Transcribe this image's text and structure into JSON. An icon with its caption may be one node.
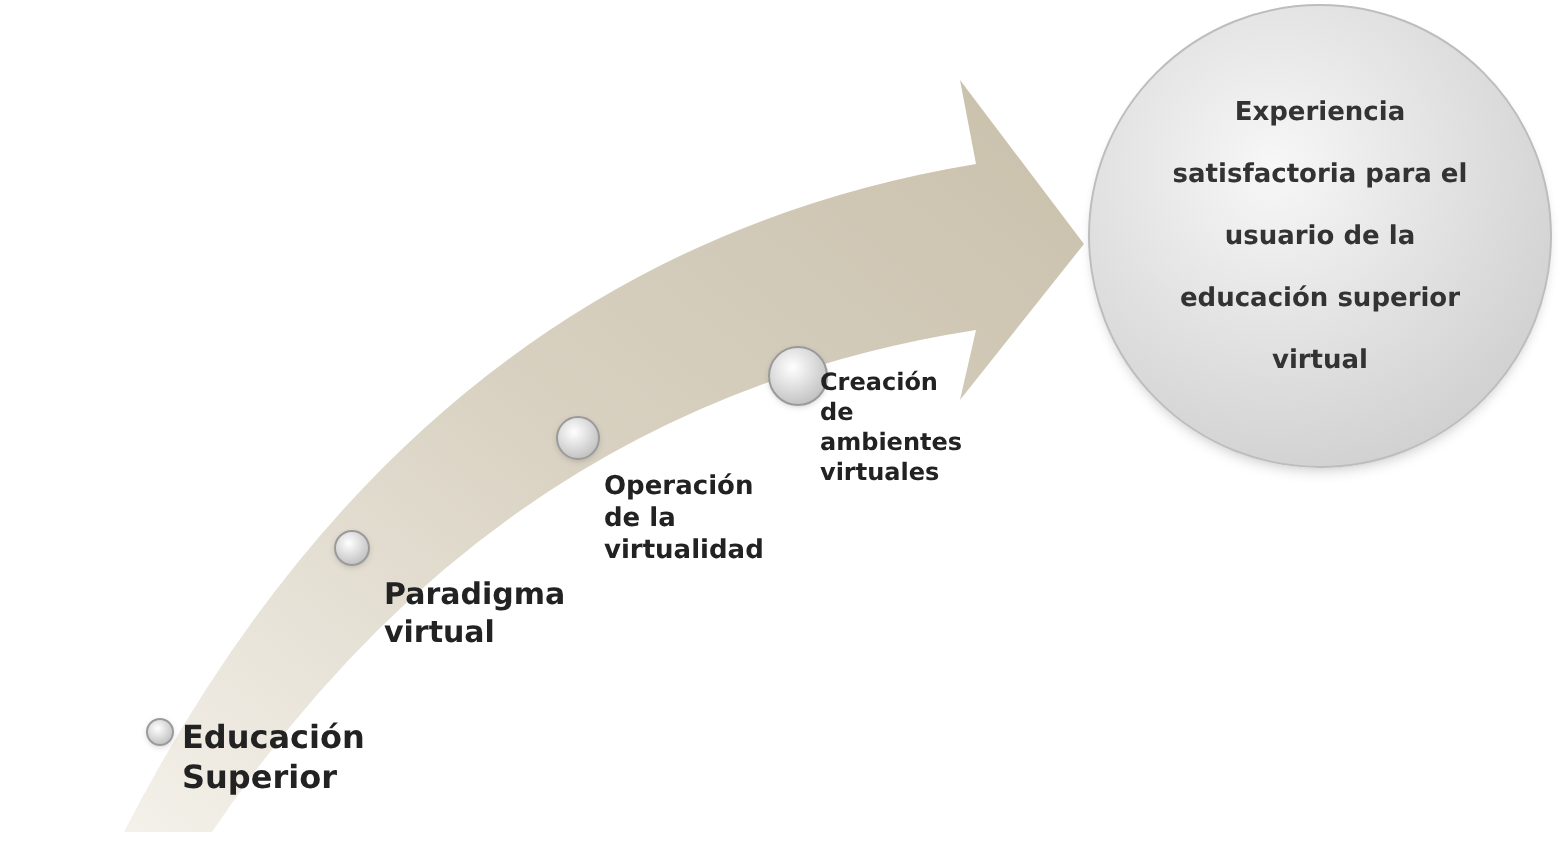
{
  "diagram": {
    "nodes": [
      {
        "text": [
          "Educación Superior"
        ]
      },
      {
        "text": [
          "Paradigma virtual"
        ]
      },
      {
        "text": [
          "Operación de la virtualidad"
        ]
      },
      {
        "text": [
          "Creación de ambientes virtuales"
        ]
      },
      {
        "text": [
          "Experiencia satisfactoria para el usuario de la educación superior virtual"
        ]
      }
    ],
    "edges": [
      {
        "from": null,
        "to": 4,
        "arrow": "to",
        "style": "thick"
      }
    ]
  }
}
